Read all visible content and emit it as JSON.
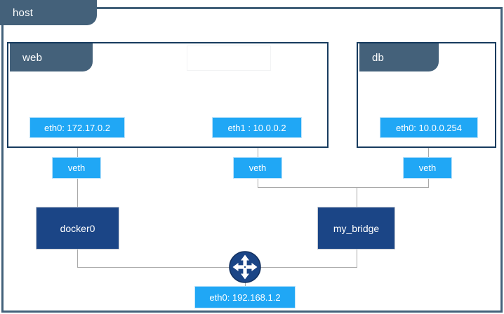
{
  "diagram": {
    "title": "host",
    "type": "network-topology"
  },
  "host": {
    "tab_label": "host"
  },
  "containers": [
    {
      "id": "web",
      "tab_label": "web"
    },
    {
      "id": "db",
      "tab_label": "db"
    }
  ],
  "interfaces": {
    "web_eth0": "eth0: 172.17.0.2",
    "web_eth1": "eth1 : 10.0.0.2",
    "db_eth0": "eth0: 10.0.0.254",
    "host_eth0": "eth0: 192.168.1.2"
  },
  "veths": [
    {
      "label": "veth"
    },
    {
      "label": "veth"
    },
    {
      "label": "veth"
    }
  ],
  "bridges": [
    {
      "label": "docker0"
    },
    {
      "label": "my_bridge"
    }
  ],
  "router": {
    "icon": "router-icon"
  },
  "colors": {
    "frame": "#42617a",
    "tab": "#44617a",
    "container_border": "#173b5e",
    "interface": "#20a7f5",
    "veth": "#20a7f5",
    "bridge": "#1b4586",
    "router": "#1b4586",
    "line": "#a9a9a9",
    "background": "#ffffff"
  }
}
